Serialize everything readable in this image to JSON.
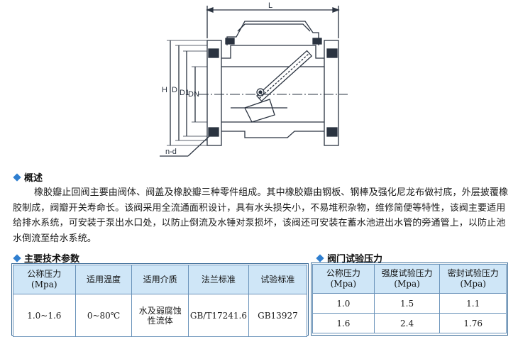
{
  "diagram": {
    "labels": {
      "L": "L",
      "H": "H",
      "D": "D",
      "D1": "D1",
      "DN": "DN",
      "nd": "n-d"
    }
  },
  "overview": {
    "heading": "概述",
    "paragraph": "橡胶瓣止回阀主要由阀体、阀盖及橡胶瓣三种零件组成。其中橡胶瓣由钢板、钢棒及强化尼龙布做衬底，外层披覆橡胶制成，阀瓣开关寿命长。该阀采用全流通面积设计，具有水头损失小，不易堆积杂物，维修简便等特性，该阀主要适用给排水系统，可安装于泵出水口处，以防止倒流及水锤对泵损坏，该阀还可安装在蓄水池进出水管的旁通管上，以防止池水倒流至给水系统。"
  },
  "tech_params": {
    "heading": "主要技术参数",
    "headers": [
      {
        "line1": "公称压力",
        "line2": "(Mpa)"
      },
      {
        "line1": "适用温度",
        "line2": ""
      },
      {
        "line1": "适用介质",
        "line2": ""
      },
      {
        "line1": "法兰标准",
        "line2": ""
      },
      {
        "line1": "试验标准",
        "line2": ""
      }
    ],
    "row": {
      "pressure": "1.0~1.6",
      "temperature": "0~80℃",
      "medium_line1": "水及弱腐蚀",
      "medium_line2": "性流体",
      "flange": "GB/T17241.6",
      "test": "GB13927"
    }
  },
  "test_pressure": {
    "heading": "阀门试验压力",
    "headers": [
      {
        "line1": "公称压力",
        "line2": "(Mpa)"
      },
      {
        "line1": "强度试验压力",
        "line2": "(Mpa)"
      },
      {
        "line1": "密封试验压力",
        "line2": "(Mpa)"
      }
    ],
    "rows": [
      {
        "nominal": "1.0",
        "strength": "1.5",
        "seal": "1.1"
      },
      {
        "nominal": "1.6",
        "strength": "2.4",
        "seal": "1.76"
      }
    ]
  },
  "colors": {
    "accent": "#2f7fd0",
    "table_header_bg": "#cfe6f7",
    "border": "#6a93ba",
    "drawing_line": "#2a3340"
  }
}
